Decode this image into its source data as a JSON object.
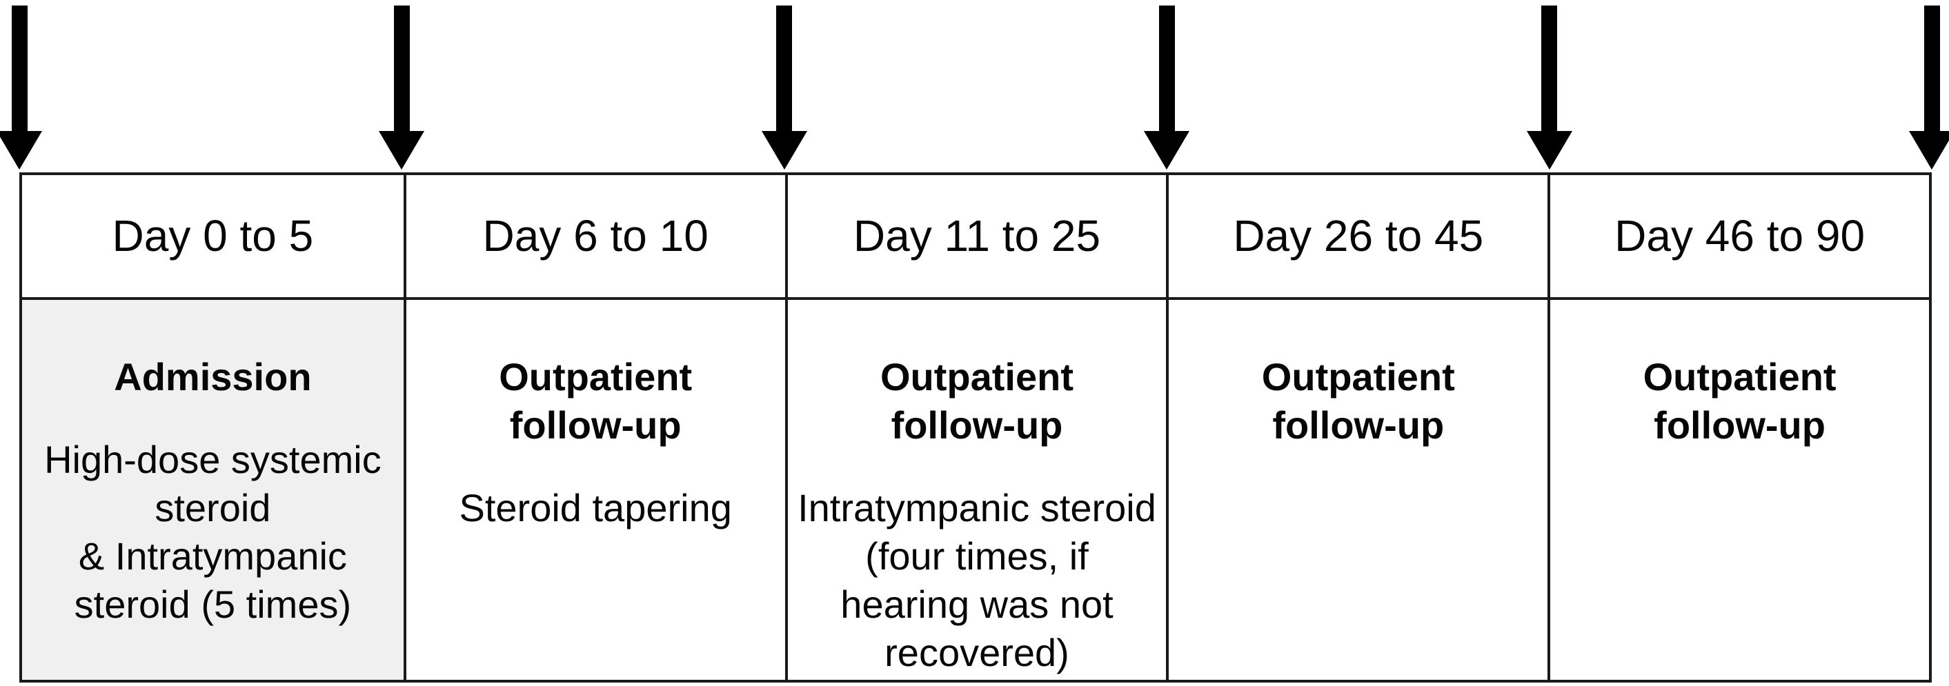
{
  "figure": {
    "type": "treatment-protocol-timeline",
    "arrow_icon": "down-arrow-icon",
    "arrow_count": 6,
    "colors": {
      "background": "#ffffff",
      "border": "#1a1a1a",
      "arrow": "#000000",
      "admission_cell_bg": "#f0f0f0",
      "text": "#000000"
    },
    "columns": [
      {
        "period": "Day 0 to 5",
        "heading": "Admission",
        "detail": "High-dose systemic\nsteroid\n& Intratympanic\nsteroid (5 times)",
        "highlighted": true
      },
      {
        "period": "Day 6 to 10",
        "heading": "Outpatient\nfollow-up",
        "detail": "Steroid tapering",
        "highlighted": false
      },
      {
        "period": "Day 11 to 25",
        "heading": "Outpatient\nfollow-up",
        "detail": "Intratympanic steroid\n(four times, if\nhearing was not\nrecovered)",
        "highlighted": false
      },
      {
        "period": "Day 26 to 45",
        "heading": "Outpatient\nfollow-up",
        "detail": "",
        "highlighted": false
      },
      {
        "period": "Day 46 to 90",
        "heading": "Outpatient\nfollow-up",
        "detail": "",
        "highlighted": false
      }
    ]
  }
}
